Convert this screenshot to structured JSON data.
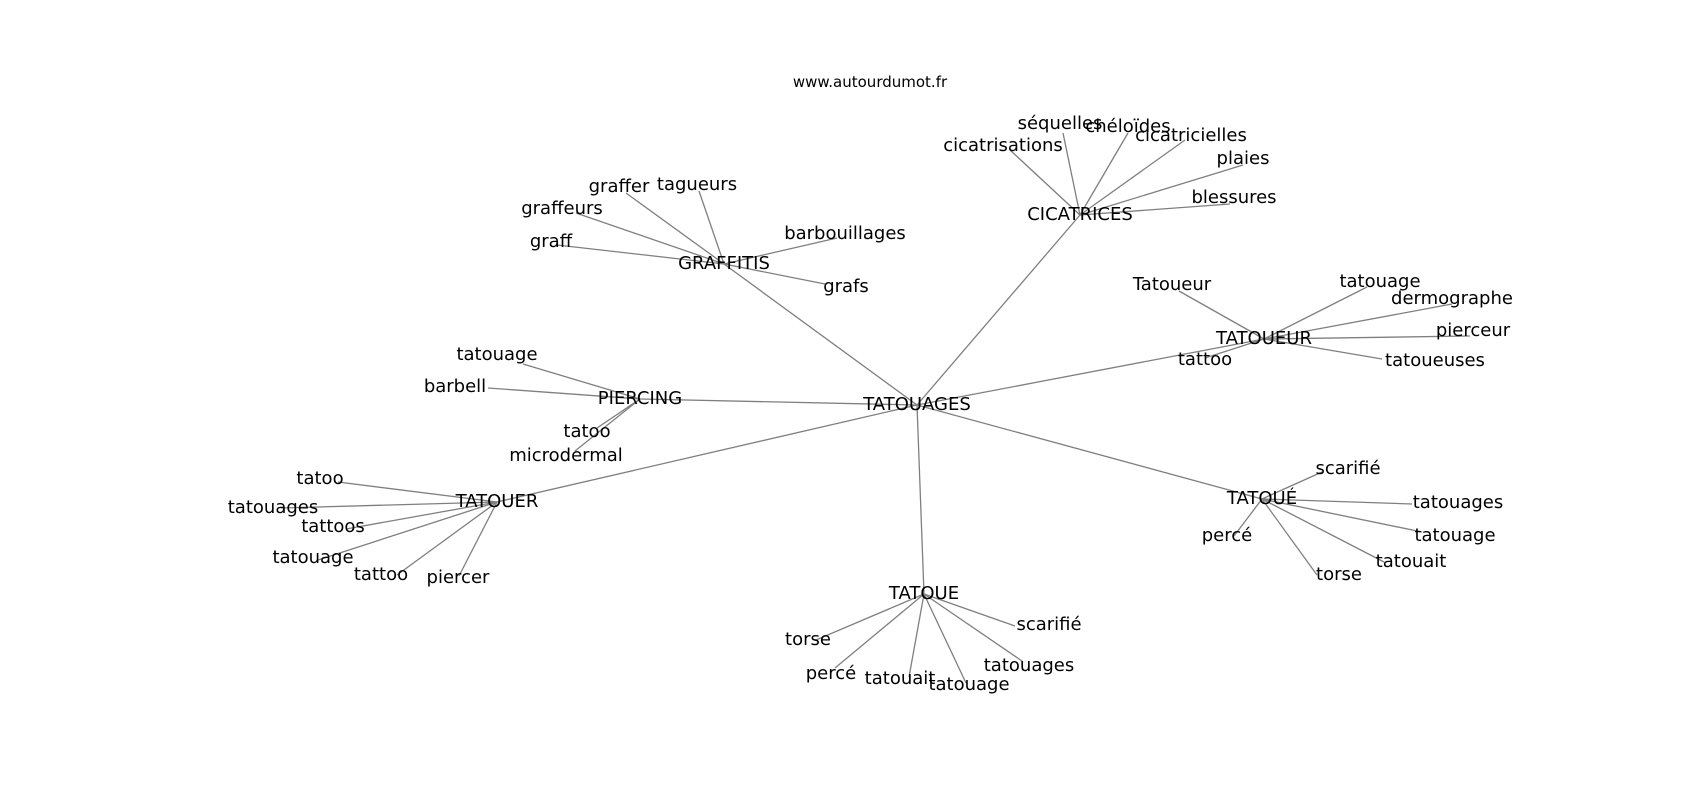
{
  "source": "www.autourdumot.fr",
  "colors": {
    "edge": "#7f7f7f",
    "text": "#000000",
    "background": "#ffffff"
  },
  "graph": {
    "center": "TATOUAGES",
    "hubs": [
      {
        "label": "GRAFFITIS",
        "leaves": [
          "graffer",
          "tagueurs",
          "graffeurs",
          "graff",
          "barbouillages",
          "grafs"
        ]
      },
      {
        "label": "CICATRICES",
        "leaves": [
          "séquelles",
          "chéloïdes",
          "cicatrisations",
          "cicatricielles",
          "plaies",
          "blessures"
        ]
      },
      {
        "label": "TATOUEUR",
        "leaves": [
          "Tatoueur",
          "tatouage",
          "dermographe",
          "pierceur",
          "tattoo",
          "tatoueuses"
        ]
      },
      {
        "label": "PIERCING",
        "leaves": [
          "tatouage",
          "barbell",
          "tatoo",
          "microdermal"
        ]
      },
      {
        "label": "TATOUER",
        "leaves": [
          "tatoo",
          "tatouages",
          "tattoos",
          "tatouage",
          "tattoo",
          "piercer"
        ]
      },
      {
        "label": "TATOUÉ",
        "leaves": [
          "scarifié",
          "tatouages",
          "tatouage",
          "percé",
          "tatouait",
          "torse"
        ]
      },
      {
        "label": "TATOUE",
        "leaves": [
          "torse",
          "percé",
          "tatouait",
          "tatouage",
          "scarifié",
          "tatouages"
        ]
      }
    ]
  }
}
